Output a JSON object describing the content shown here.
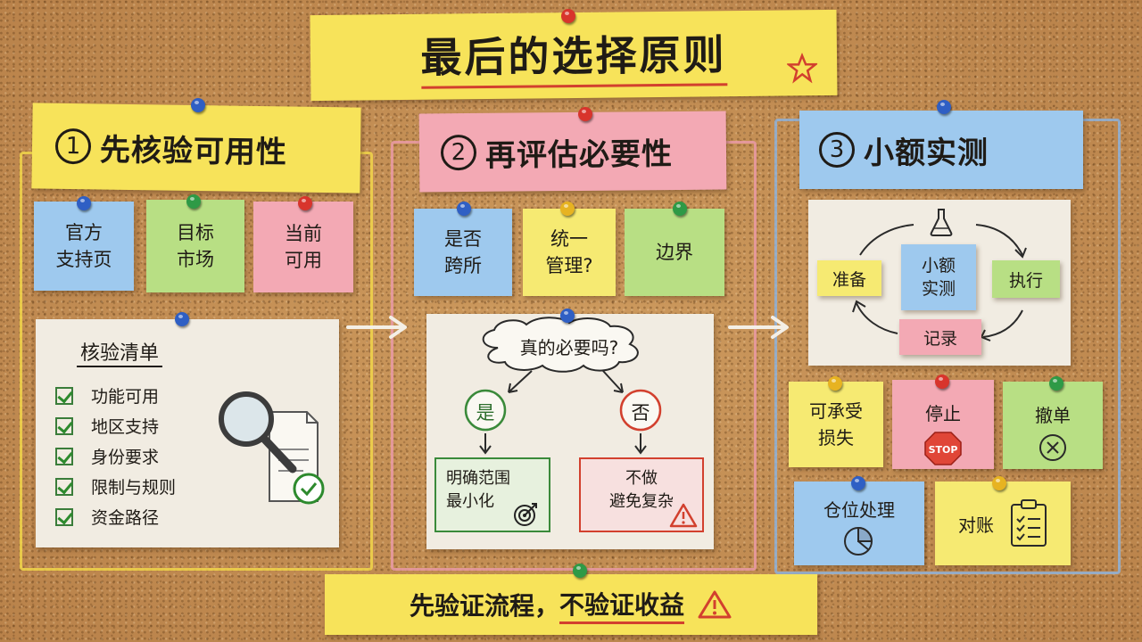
{
  "title": "最后的选择原则",
  "stages": [
    {
      "num": "1",
      "title": "先核验可用性"
    },
    {
      "num": "2",
      "title": "再评估必要性"
    },
    {
      "num": "3",
      "title": "小额实测"
    }
  ],
  "stage1": {
    "notes": [
      "官方\n支持页",
      "目标\n市场",
      "当前\n可用"
    ],
    "checklist_title": "核验清单",
    "checklist": [
      "功能可用",
      "地区支持",
      "身份要求",
      "限制与规则",
      "资金路径"
    ]
  },
  "stage2": {
    "notes": [
      "是否\n跨所",
      "统一\n管理?",
      "边界"
    ],
    "question": "真的必要吗?",
    "yes": "是",
    "no": "否",
    "yes_result": "明确范围\n最小化",
    "no_result": "不做\n避免复杂"
  },
  "stage3": {
    "cycle": {
      "prepare": "准备",
      "center": "小额\n实测",
      "execute": "执行",
      "record": "记录"
    },
    "notes": [
      "可承受\n损失",
      "停止",
      "撤单",
      "仓位处理",
      "对账"
    ],
    "stop_sign": "STOP"
  },
  "footer": {
    "part1": "先验证流程，",
    "part2": "不验证收益"
  },
  "colors": {
    "yellow": "#f7e35a",
    "pink": "#f3a9b4",
    "blue": "#9ec9ee",
    "green": "#b8df84"
  },
  "icons": [
    "star-icon",
    "magnifier-icon",
    "flask-icon",
    "target-icon",
    "warning-icon",
    "stop-sign-icon",
    "close-circle-icon",
    "pie-chart-icon",
    "clipboard-icon"
  ]
}
